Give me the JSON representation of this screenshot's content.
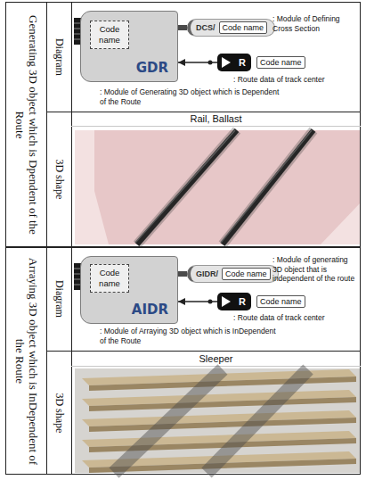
{
  "diagram": {
    "nodes": [
      {
        "text": [
          "Generating 3D object which is Dpendent of the Route"
        ]
      },
      {
        "text": [
          "Diagram"
        ]
      },
      {
        "text": [
          "GDR"
        ]
      },
      {
        "text": [
          "Code name"
        ],
        "in": 2
      },
      {
        "text": [
          "DCS/"
        ]
      },
      {
        "text": [
          "Code name"
        ],
        "in": 4
      },
      {
        "text": [
          "R"
        ]
      },
      {
        "text": [
          "Code name"
        ]
      },
      {
        "text": [
          "3D shape"
        ]
      },
      {
        "text": [
          "Arraying 3D object which is InDependent of the Route"
        ]
      },
      {
        "text": [
          "Diagram"
        ]
      },
      {
        "text": [
          "AIDR"
        ]
      },
      {
        "text": [
          "Code name"
        ],
        "in": 11
      },
      {
        "text": [
          "GIDR/"
        ]
      },
      {
        "text": [
          "Code name"
        ],
        "in": 13
      },
      {
        "text": [
          "R"
        ]
      },
      {
        "text": [
          "Code name"
        ]
      },
      {
        "text": [
          "3D shape"
        ]
      }
    ],
    "edges": [
      {
        "from": 4,
        "to": 2,
        "arrow": "none"
      },
      {
        "from": 6,
        "to": 2,
        "arrow": "to"
      },
      {
        "from": 13,
        "to": 11,
        "arrow": "none"
      },
      {
        "from": 15,
        "to": 11,
        "arrow": "to"
      }
    ],
    "labels": [
      ": Module of Defining Cross Section",
      ": Route data of track center",
      ": Module of Generating 3D object which is Dependent of the Route",
      "Rail, Ballast",
      ": Module of generating 3D object that is independent of the route",
      ": Route data of track center",
      ": Module of Arraying 3D object which is InDependent of the Route",
      "Sleeper"
    ]
  }
}
